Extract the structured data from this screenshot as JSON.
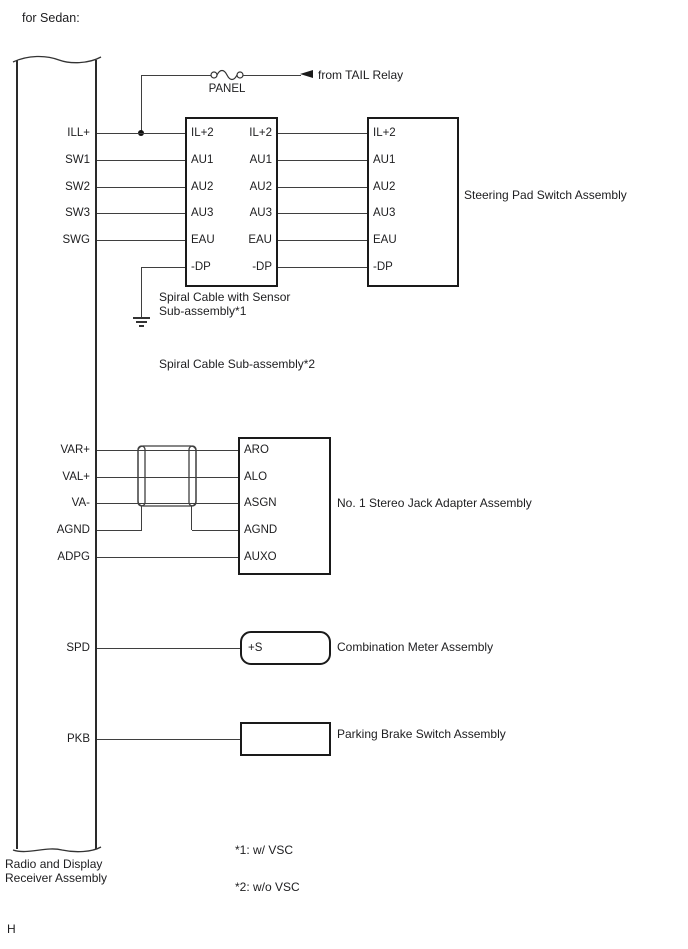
{
  "title": "for Sedan:",
  "page_marker": "H",
  "power": {
    "fuse_label": "PANEL",
    "source_label": "from TAIL Relay"
  },
  "radio": {
    "label_line1": "Radio and Display",
    "label_line2": "Receiver Assembly",
    "pins": [
      "ILL+",
      "SW1",
      "SW2",
      "SW3",
      "SWG",
      "VAR+",
      "VAL+",
      "VA-",
      "AGND",
      "ADPG",
      "SPD",
      "PKB"
    ]
  },
  "spiral_cable": {
    "left_pins": [
      "IL+2",
      "AU1",
      "AU2",
      "AU3",
      "EAU",
      "-DP"
    ],
    "right_pins": [
      "IL+2",
      "AU1",
      "AU2",
      "AU3",
      "EAU",
      "-DP"
    ],
    "label_with_sensor_line1": "Spiral Cable with Sensor",
    "label_with_sensor_line2": "Sub-assembly*1",
    "label_without_sensor": "Spiral Cable Sub-assembly*2"
  },
  "steering_pad": {
    "pins": [
      "IL+2",
      "AU1",
      "AU2",
      "AU3",
      "EAU",
      "-DP"
    ],
    "label": "Steering Pad Switch Assembly"
  },
  "stereo_jack": {
    "pins": [
      "ARO",
      "ALO",
      "ASGN",
      "AGND",
      "AUXO"
    ],
    "label": "No. 1 Stereo Jack Adapter Assembly"
  },
  "combination_meter": {
    "pin": "+S",
    "label": "Combination Meter Assembly"
  },
  "parking_brake": {
    "label": "Parking Brake Switch Assembly"
  },
  "notes": [
    "*1: w/ VSC",
    "*2: w/o VSC"
  ],
  "colors": {
    "wire": "#3f3f3f",
    "box_border": "#1a1a1a",
    "text": "#1d1d1f",
    "background": "#ffffff"
  }
}
